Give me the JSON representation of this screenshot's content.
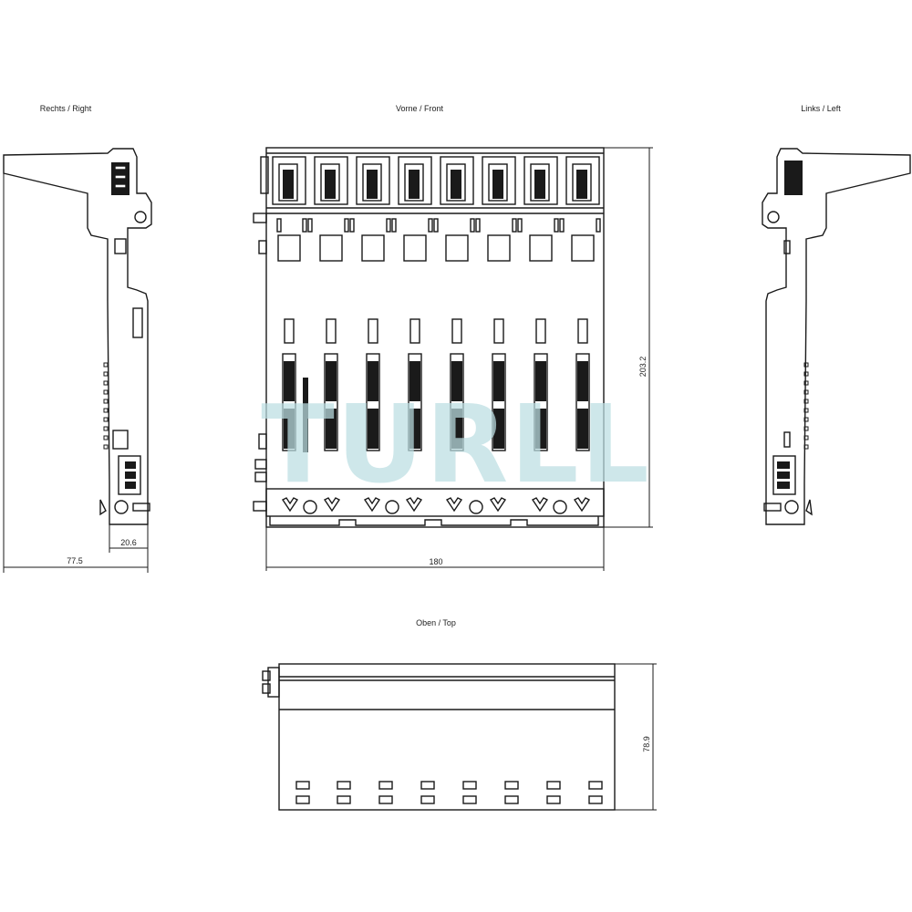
{
  "views": {
    "right": "Rechts / Right",
    "front": "Vorne / Front",
    "left": "Links / Left",
    "top": "Oben / Top"
  },
  "dimensions": {
    "right_depth": "77.5",
    "right_offset": "20.6",
    "front_width": "180",
    "front_height": "203.2",
    "top_depth": "78.9"
  },
  "watermark": "TURLL",
  "module_slots": 8,
  "colors": {
    "line": "#1a1a1a",
    "watermark": "#bcdfe3"
  }
}
